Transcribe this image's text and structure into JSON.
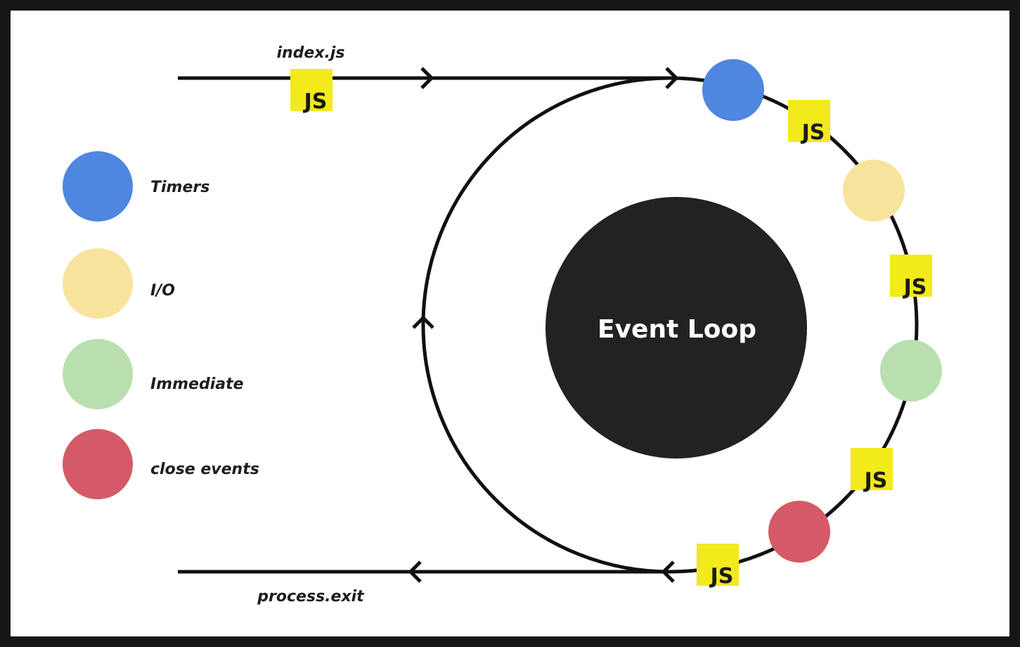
{
  "title_top": "index.js",
  "title_bottom": "process.exit",
  "center_label": "Event Loop",
  "js_badge": "JS",
  "legend": [
    {
      "label": "Timers",
      "color": "#4f86e0"
    },
    {
      "label": "I/O",
      "color": "#f8e39c"
    },
    {
      "label": "Immediate",
      "color": "#b9dfae"
    },
    {
      "label": "close events",
      "color": "#d45a67"
    }
  ],
  "colors": {
    "background": "#161616",
    "canvas": "#ffffff",
    "line": "#111111",
    "badge": "#f2ea1b",
    "center": "#222222"
  }
}
